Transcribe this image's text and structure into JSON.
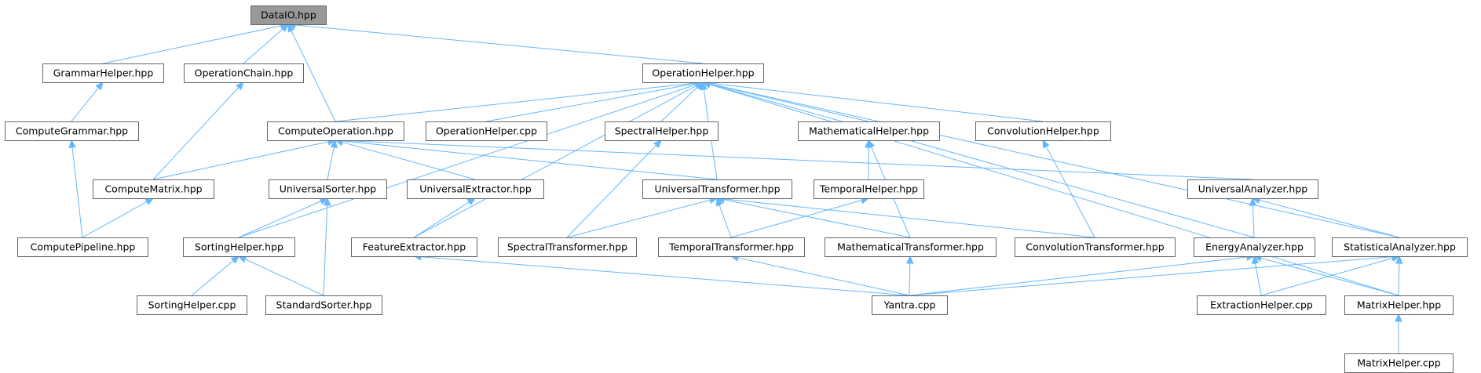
{
  "graph": {
    "nodes": [
      {
        "id": "dataio",
        "label": "DataIO.hpp",
        "root": true
      },
      {
        "id": "grammarhelper",
        "label": "GrammarHelper.hpp"
      },
      {
        "id": "operationchain",
        "label": "OperationChain.hpp"
      },
      {
        "id": "operationhelper",
        "label": "OperationHelper.hpp"
      },
      {
        "id": "computegrammar",
        "label": "ComputeGrammar.hpp"
      },
      {
        "id": "computeoperation",
        "label": "ComputeOperation.hpp"
      },
      {
        "id": "operationhelpercpp",
        "label": "OperationHelper.cpp"
      },
      {
        "id": "spectralhelper",
        "label": "SpectralHelper.hpp"
      },
      {
        "id": "mathematicalhelper",
        "label": "MathematicalHelper.hpp"
      },
      {
        "id": "convolutionhelper",
        "label": "ConvolutionHelper.hpp"
      },
      {
        "id": "computematrix",
        "label": "ComputeMatrix.hpp"
      },
      {
        "id": "universalsorter",
        "label": "UniversalSorter.hpp"
      },
      {
        "id": "universalextractor",
        "label": "UniversalExtractor.hpp"
      },
      {
        "id": "universaltransformer",
        "label": "UniversalTransformer.hpp"
      },
      {
        "id": "temporalhelper",
        "label": "TemporalHelper.hpp"
      },
      {
        "id": "universalanalyzer",
        "label": "UniversalAnalyzer.hpp"
      },
      {
        "id": "computepipeline",
        "label": "ComputePipeline.hpp"
      },
      {
        "id": "sortinghelper",
        "label": "SortingHelper.hpp"
      },
      {
        "id": "featureextractor",
        "label": "FeatureExtractor.hpp"
      },
      {
        "id": "spectraltransformer",
        "label": "SpectralTransformer.hpp"
      },
      {
        "id": "temporaltransformer",
        "label": "TemporalTransformer.hpp"
      },
      {
        "id": "mathematicaltransformer",
        "label": "MathematicalTransformer.hpp"
      },
      {
        "id": "convolutiontransformer",
        "label": "ConvolutionTransformer.hpp"
      },
      {
        "id": "energyanalyzer",
        "label": "EnergyAnalyzer.hpp"
      },
      {
        "id": "statisticalanalyzer",
        "label": "StatisticalAnalyzer.hpp"
      },
      {
        "id": "sortinghelpercpp",
        "label": "SortingHelper.cpp"
      },
      {
        "id": "standardsorter",
        "label": "StandardSorter.hpp"
      },
      {
        "id": "yantra",
        "label": "Yantra.cpp"
      },
      {
        "id": "extractionhelper",
        "label": "ExtractionHelper.cpp"
      },
      {
        "id": "matrixhelper",
        "label": "MatrixHelper.hpp"
      },
      {
        "id": "matrixhelpercpp",
        "label": "MatrixHelper.cpp"
      }
    ],
    "edges": [
      [
        "grammarhelper",
        "dataio"
      ],
      [
        "operationchain",
        "dataio"
      ],
      [
        "computeoperation",
        "dataio"
      ],
      [
        "operationhelper",
        "dataio"
      ],
      [
        "computegrammar",
        "grammarhelper"
      ],
      [
        "computepipeline",
        "computegrammar"
      ],
      [
        "computematrix",
        "operationchain"
      ],
      [
        "computepipeline",
        "computematrix"
      ],
      [
        "computeoperation",
        "operationhelper"
      ],
      [
        "operationhelpercpp",
        "operationhelper"
      ],
      [
        "spectralhelper",
        "operationhelper"
      ],
      [
        "mathematicalhelper",
        "operationhelper"
      ],
      [
        "convolutionhelper",
        "operationhelper"
      ],
      [
        "sortinghelper",
        "operationhelper"
      ],
      [
        "featureextractor",
        "operationhelper"
      ],
      [
        "universaltransformer",
        "operationhelper"
      ],
      [
        "energyanalyzer",
        "operationhelper"
      ],
      [
        "statisticalanalyzer",
        "operationhelper"
      ],
      [
        "matrixhelper",
        "operationhelper"
      ],
      [
        "computematrix",
        "computeoperation"
      ],
      [
        "universalsorter",
        "computeoperation"
      ],
      [
        "universalextractor",
        "computeoperation"
      ],
      [
        "universaltransformer",
        "computeoperation"
      ],
      [
        "universalanalyzer",
        "computeoperation"
      ],
      [
        "sortinghelper",
        "universalsorter"
      ],
      [
        "standardsorter",
        "universalsorter"
      ],
      [
        "featureextractor",
        "universalextractor"
      ],
      [
        "spectraltransformer",
        "spectralhelper"
      ],
      [
        "temporalhelper",
        "mathematicalhelper"
      ],
      [
        "mathematicaltransformer",
        "mathematicalhelper"
      ],
      [
        "convolutiontransformer",
        "convolutionhelper"
      ],
      [
        "spectraltransformer",
        "universaltransformer"
      ],
      [
        "temporaltransformer",
        "universaltransformer"
      ],
      [
        "mathematicaltransformer",
        "universaltransformer"
      ],
      [
        "convolutiontransformer",
        "universaltransformer"
      ],
      [
        "temporaltransformer",
        "temporalhelper"
      ],
      [
        "energyanalyzer",
        "universalanalyzer"
      ],
      [
        "statisticalanalyzer",
        "universalanalyzer"
      ],
      [
        "sortinghelpercpp",
        "sortinghelper"
      ],
      [
        "standardsorter",
        "sortinghelper"
      ],
      [
        "yantra",
        "featureextractor"
      ],
      [
        "yantra",
        "temporaltransformer"
      ],
      [
        "yantra",
        "mathematicaltransformer"
      ],
      [
        "yantra",
        "energyanalyzer"
      ],
      [
        "yantra",
        "statisticalanalyzer"
      ],
      [
        "extractionhelper",
        "energyanalyzer"
      ],
      [
        "matrixhelper",
        "energyanalyzer"
      ],
      [
        "extractionhelper",
        "statisticalanalyzer"
      ],
      [
        "matrixhelper",
        "statisticalanalyzer"
      ],
      [
        "matrixhelpercpp",
        "matrixhelper"
      ]
    ]
  }
}
